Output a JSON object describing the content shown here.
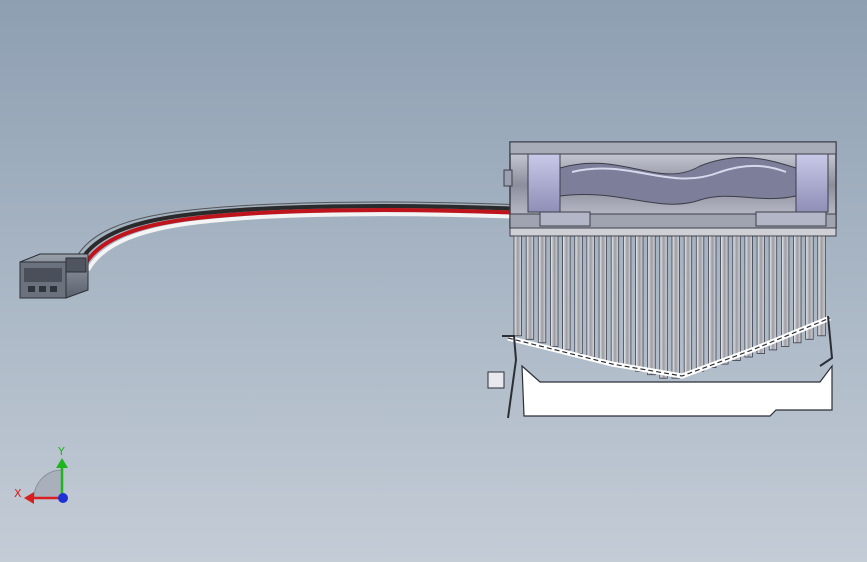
{
  "viewport": {
    "background_top": "#8e9fb2",
    "background_bottom": "#c4ccd6"
  },
  "triad": {
    "x_label": "X",
    "y_label": "Y",
    "x_color": "#d81e1e",
    "y_color": "#1fb51f",
    "z_color": "#1f2fd6"
  },
  "model": {
    "icons": [
      "fan-connector-icon",
      "fan-cable-icon",
      "cooling-fan-icon",
      "heatsink-fins-icon",
      "retention-clip-icon",
      "socket-base-icon"
    ],
    "wire_colors": [
      "#2a2a2a",
      "#c0141c",
      "#f4f4f4"
    ],
    "fin_count": 26
  }
}
